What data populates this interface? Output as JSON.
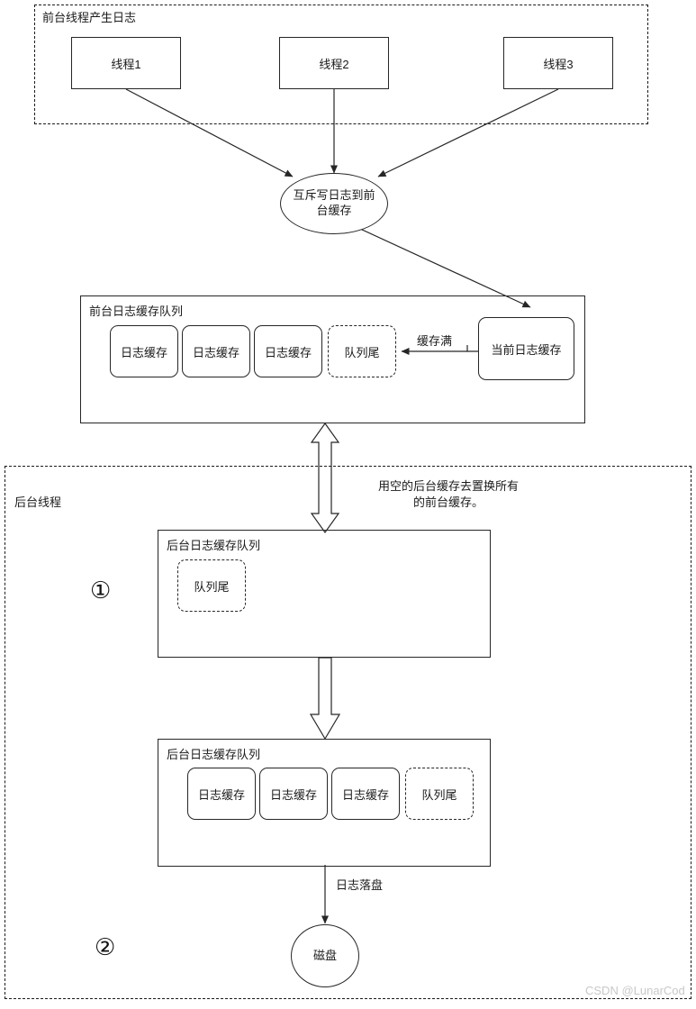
{
  "diagram": {
    "title_top_group": "前台线程产生日志",
    "title_bottom_group": "后台线程",
    "threads": [
      {
        "label": "线程1"
      },
      {
        "label": "线程2"
      },
      {
        "label": "线程3"
      }
    ],
    "mutex_node": "互斥写日志到前台缓存",
    "front_queue": {
      "title": "前台日志缓存队列",
      "cells": [
        {
          "label": "日志缓存",
          "style": "solid"
        },
        {
          "label": "日志缓存",
          "style": "solid"
        },
        {
          "label": "日志缓存",
          "style": "solid"
        },
        {
          "label": "队列尾",
          "style": "dashed"
        }
      ],
      "edge_label": "缓存满",
      "current_buffer": "当前日志缓存"
    },
    "swap_note": "用空的后台缓存去置换所有\n的前台缓存。",
    "background_queue_1": {
      "title": "后台日志缓存队列",
      "cells": [
        {
          "label": "队列尾",
          "style": "dashed"
        }
      ]
    },
    "background_queue_2": {
      "title": "后台日志缓存队列",
      "cells": [
        {
          "label": "日志缓存",
          "style": "solid"
        },
        {
          "label": "日志缓存",
          "style": "solid"
        },
        {
          "label": "日志缓存",
          "style": "solid"
        },
        {
          "label": "队列尾",
          "style": "dashed"
        }
      ]
    },
    "flush_label": "日志落盘",
    "disk_node": "磁盘",
    "step_markers": [
      {
        "label": "①"
      },
      {
        "label": "②"
      }
    ],
    "watermark": "CSDN @LunarCod",
    "colors": {
      "stroke": "#262626",
      "text": "#1a1a1a",
      "watermark": "#c8c8c8",
      "background": "#ffffff"
    }
  }
}
